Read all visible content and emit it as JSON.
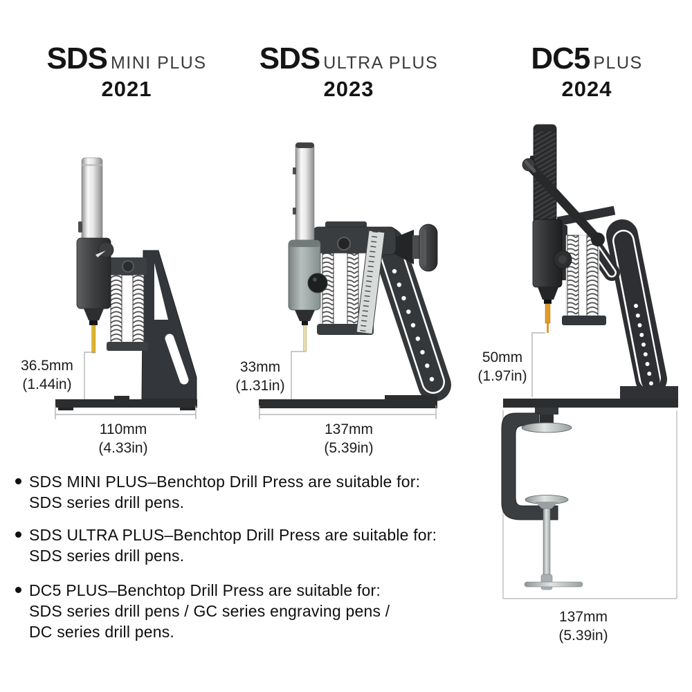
{
  "models": [
    {
      "logo_main": "SDS",
      "logo_sub": "MINI PLUS",
      "year": "2021",
      "height_label": {
        "mm": "36.5mm",
        "inch": "(1.44in)"
      },
      "width_label": {
        "mm": "110mm",
        "inch": "(4.33in)"
      }
    },
    {
      "logo_main": "SDS",
      "logo_sub": "ULTRA PLUS",
      "year": "2023",
      "height_label": {
        "mm": "33mm",
        "inch": "(1.31in)"
      },
      "width_label": {
        "mm": "137mm",
        "inch": "(5.39in)"
      }
    },
    {
      "logo_main": "DC5",
      "logo_sub": "PLUS",
      "year": "2024",
      "height_label": {
        "mm": "50mm",
        "inch": "(1.97in)"
      },
      "width_label": {
        "mm": "137mm",
        "inch": "(5.39in)"
      }
    }
  ],
  "bullets": [
    {
      "lines": [
        "SDS MINI PLUS–Benchtop Drill Press are suitable for:",
        "SDS series drill pens."
      ]
    },
    {
      "lines": [
        "SDS ULTRA PLUS–Benchtop Drill Press are suitable for:",
        "SDS series drill pens."
      ]
    },
    {
      "lines": [
        "DC5 PLUS–Benchtop Drill Press are suitable for:",
        "SDS series drill pens / GC series engraving pens /",
        "DC series drill pens."
      ]
    }
  ],
  "colors": {
    "background": "#ffffff",
    "text": "#111111",
    "dimension_line": "#a8a8a8",
    "metal_dark": "#2e3033",
    "metal_silver": "#d9dcda",
    "holder_slate": "#8a9494",
    "drill_bit_yellow": "#ddb42e",
    "drill_bit_pale": "#e6dcae",
    "drill_bit_orange": "#e2992b"
  }
}
